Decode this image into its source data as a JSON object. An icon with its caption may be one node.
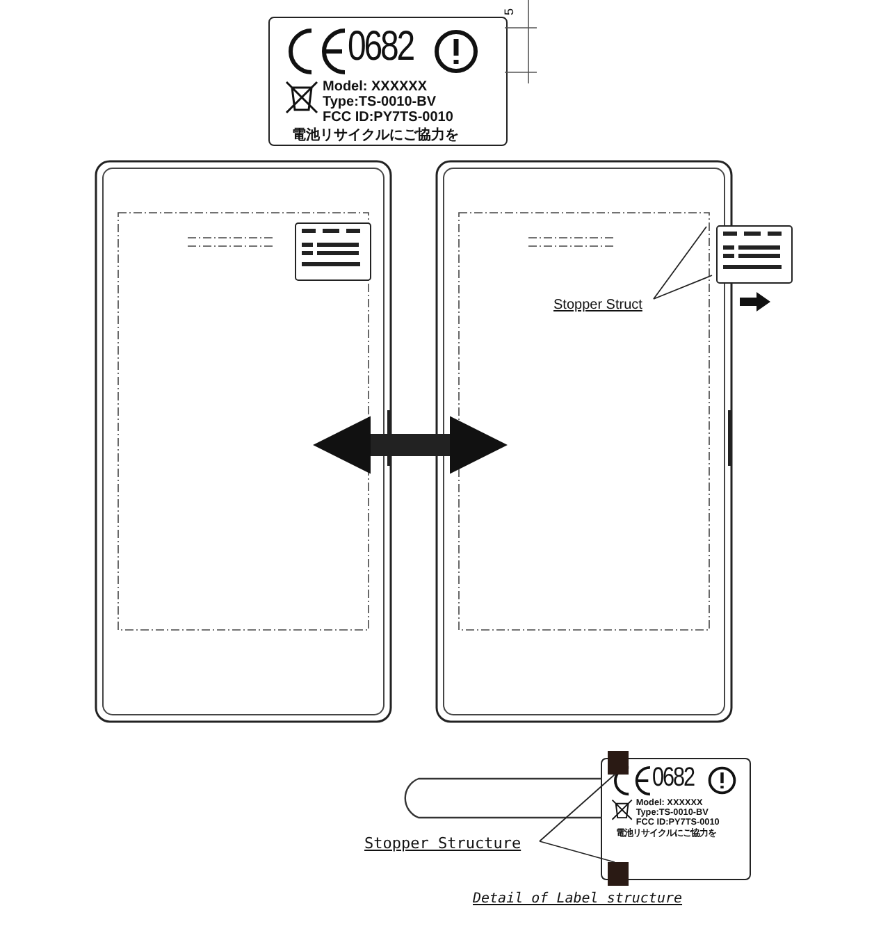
{
  "diagram": {
    "nodes": [
      {
        "text": [
          "0682",
          "Model: XXXXXX",
          "Type:TS-0010-BV",
          "FCC ID:PY7TS-0010",
          "電池リサイクルにご協力を"
        ]
      },
      {
        "text": [],
        "shape": "picture"
      },
      {
        "text": [],
        "shape": "picture"
      },
      {
        "text": [
          "Stopper Struct"
        ],
        "in": 2
      },
      {
        "text": [
          "0682",
          "Model: XXXXXX",
          "Type:TS-0010-BV",
          "FCC ID:PY7TS-0010",
          "電池リサイクルにご協力を"
        ]
      },
      {
        "text": [
          "Stopper Structure"
        ]
      },
      {
        "text": [],
        "shape": "box"
      },
      {
        "text": [],
        "shape": "box"
      }
    ],
    "edges": [
      {
        "from": 1,
        "to": 2,
        "arrow": "both",
        "style": "thick"
      },
      {
        "from": 3,
        "to": null,
        "arrow": "none"
      },
      {
        "from": 3,
        "to": null,
        "arrow": "none"
      },
      {
        "from": 5,
        "to": 6,
        "arrow": "none"
      },
      {
        "from": 5,
        "to": 7,
        "arrow": "none"
      }
    ],
    "labels": [
      "5",
      "Detail of Label structure"
    ]
  }
}
